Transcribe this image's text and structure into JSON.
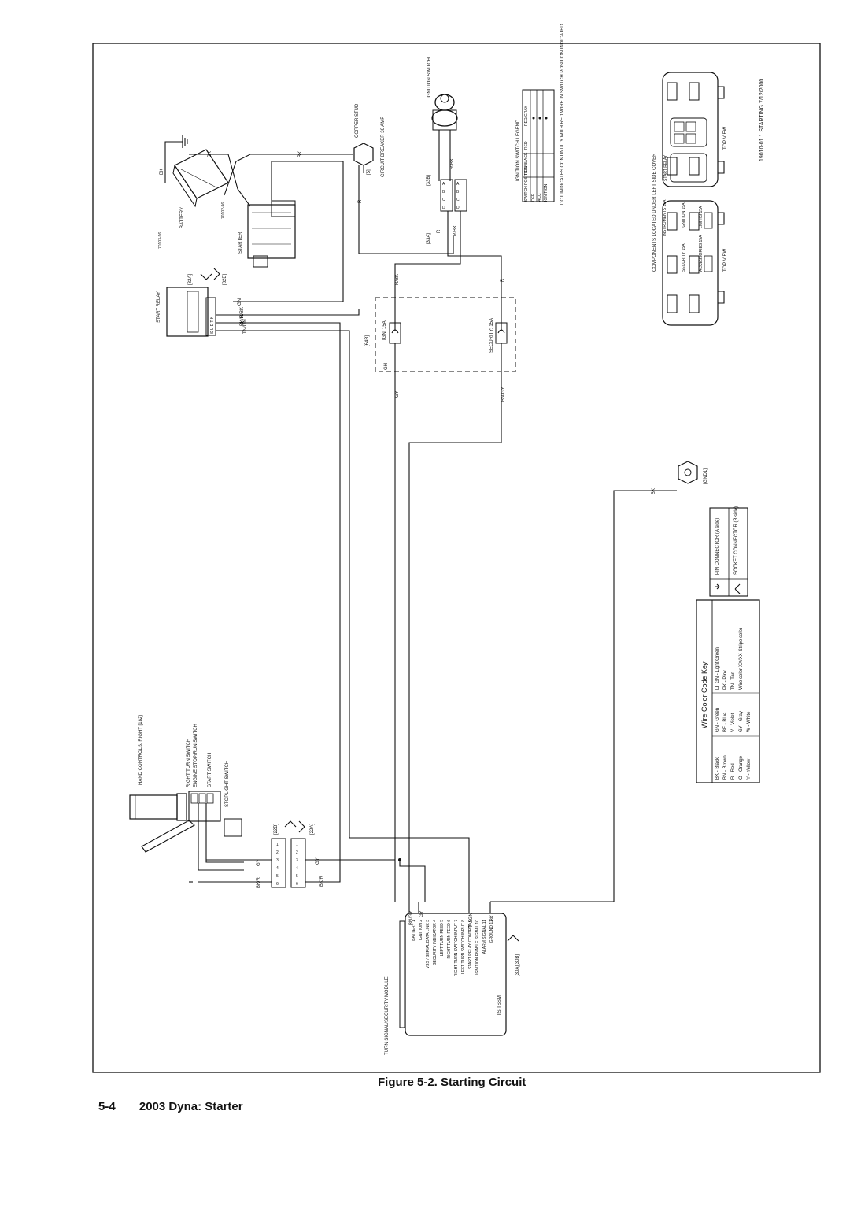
{
  "figure": {
    "caption": "Figure 5-2. Starting Circuit",
    "page_number": "5-4",
    "page_section": "2003 Dyna: Starter",
    "drawing_id": "19010-01 1 STARTING 7/12/2000"
  },
  "components": {
    "battery": "BATTERY",
    "starter": "STARTER",
    "part_no_1": "70103-96",
    "part_no_2": "70102-96",
    "copper_stud": "COPPER STUD",
    "circuit_breaker": "CIRCUIT BREAKER 30 AMP",
    "circuit_breaker_ref": "[5]",
    "ignition_switch": "IGNITION SWITCH",
    "start_relay": "START RELAY",
    "relay_code": "[82A]",
    "relay_code_b": "[82B]",
    "relay_pins": "S U E T  K",
    "hand_controls": "HAND CONTROLS, RIGHT [182]",
    "right_turn_switch": "RIGHT TURN SWITCH",
    "engine_stop_run": "ENGINE STOP/RUN SWITCH",
    "start_switch": "START SWITCH",
    "stoplight_switch": "STOPLIGHT SWITCH",
    "connector_22a": "[22A]",
    "connector_22b": "[22B]",
    "connector_33a": "[33A]",
    "connector_33b": "[33B]",
    "connector_64b": "[64B]",
    "connector_30": "[30A][30B]",
    "ground": "[GND1]",
    "fuse_ign": "IGN: 15A",
    "fuse_security": "SECURITY: 15A",
    "fuse_gh": "GH",
    "tssm_title": "TURN SIGNAL/SECURITY MODULE",
    "tssm_label": "TS TSSM"
  },
  "tssm_pins": [
    {
      "name": "BATTERY",
      "num": "1"
    },
    {
      "name": "IGNITION",
      "num": "2"
    },
    {
      "name": "VSS / SERIAL DATA LINK",
      "num": "3"
    },
    {
      "name": "SECURITY INDICATOR",
      "num": "4"
    },
    {
      "name": "LEFT TURN FEED",
      "num": "5"
    },
    {
      "name": "RIGHT TURN FEED",
      "num": "6"
    },
    {
      "name": "RIGHT TURN SWITCH INPUT",
      "num": "7"
    },
    {
      "name": "LEFT TURN SWITCH INPUT",
      "num": "8"
    },
    {
      "name": "START RELAY CONTROL",
      "num": "9"
    },
    {
      "name": "IGNITION ENABLE SIGNAL",
      "num": "10"
    },
    {
      "name": "ALARM SIGNAL",
      "num": "11"
    },
    {
      "name": "GROUND",
      "num": "12"
    }
  ],
  "wire_labels": {
    "bk": "BK",
    "r": "R",
    "rbk": "R/BK",
    "gn": "GN",
    "bkr": "BK/R",
    "tngn": "TN/GN",
    "gy": "GY",
    "bngy": "BN/GY"
  },
  "connector_letters": [
    "A",
    "B",
    "C",
    "D"
  ],
  "connector_numbers": [
    "6",
    "5",
    "4",
    "3",
    "2",
    "1"
  ],
  "ignition_legend": {
    "title": "IGNITION SWITCH LEGEND",
    "headers": [
      "SWITCH POSITION",
      "RED/BLACK",
      "RED",
      "RED/GRAY"
    ],
    "rows": [
      "OFF",
      "ACC",
      "IGNITION"
    ],
    "note": "DOT INDICATES CONTINUITY WITH RED WIRE IN SWITCH POSITION INDICATED"
  },
  "components_cover": {
    "title": "COMPONENTS LOCATED UNDER LEFT SIDE COVER",
    "top_view_1": "TOP VIEW",
    "top_view_2": "TOP VIEW",
    "start_relay": "START RELAY",
    "instruments": "INSTRUMENTS 15A",
    "ignition": "IGNITION 15A",
    "lights": "LIGHTS 15A",
    "security": "SECURITY 15A",
    "accessories": "ACCESSORIES 15A"
  },
  "color_key": {
    "title": "Wire Color Code Key",
    "col1": [
      "BK - Black",
      "BN - Brown",
      "R - Red",
      "O - Orange",
      "Y - Yellow"
    ],
    "col2": [
      "GN - Green",
      "BE - Blue",
      "V - Violet",
      "GY - Gray",
      "W - White"
    ],
    "col3": [
      "LT GN - Light Green",
      "PK - Pink",
      "TN - Tan",
      "Wire color-XX/XX-Stripe color"
    ]
  },
  "connector_key": {
    "pin": "PIN CONNECTOR (A side)",
    "socket": "SOCKET CONNECTOR (B side)"
  }
}
